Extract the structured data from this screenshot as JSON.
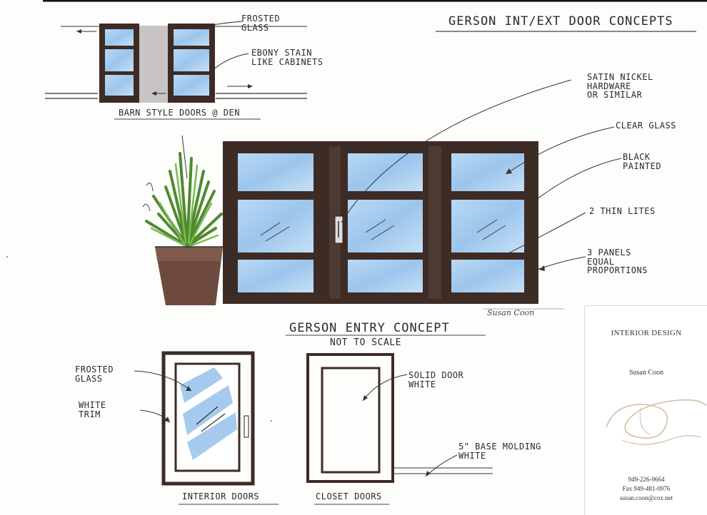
{
  "colors": {
    "frame": "#3d2b25",
    "glass": "#a8cdee",
    "pot": "#6e4a3e",
    "plant": "#5f9a3b",
    "ink": "#2a2a2a",
    "swash": "#d2bfa4"
  },
  "title": "GERSON INT/EXT DOOR CONCEPTS",
  "barn": {
    "caption": "BARN STYLE DOORS @ DEN",
    "callouts": [
      "FROSTED\nGLASS",
      "EBONY STAIN\nLIKE CABINETS"
    ]
  },
  "entry": {
    "caption": "GERSON ENTRY CONCEPT",
    "subcaption": "NOT TO SCALE",
    "signature": "Susan Coon",
    "callouts": [
      "SATIN NICKEL\nHARDWARE\nOR SIMILAR",
      "CLEAR GLASS",
      "BLACK\nPAINTED",
      "2 THIN LITES",
      "3 PANELS\nEQUAL\nPROPORTIONS"
    ]
  },
  "interior": {
    "caption": "INTERIOR DOORS",
    "callouts": [
      "FROSTED\nGLASS",
      "WHITE\nTRIM"
    ]
  },
  "closet": {
    "caption": "CLOSET DOORS",
    "callouts": [
      "SOLID DOOR\nWHITE",
      "5\" BASE MOLDING\nWHITE"
    ]
  },
  "card": {
    "heading": "INTERIOR DESIGN",
    "name": "Susan Coon",
    "phone": "949-226-9664",
    "fax": "Fax 949-481-0976",
    "email": "susan.coon@cox.net"
  }
}
